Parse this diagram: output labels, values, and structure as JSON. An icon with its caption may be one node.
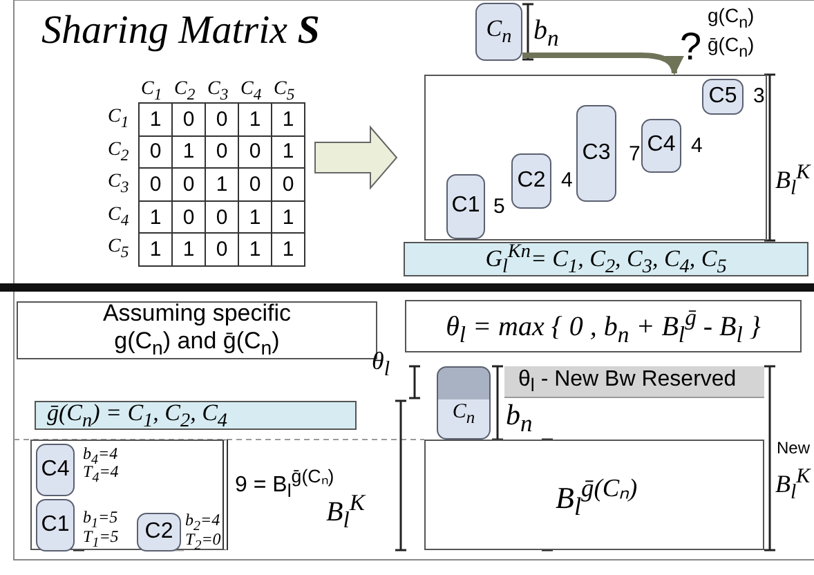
{
  "diagram": {
    "title": "Sharing Matrix **S**",
    "nodes": [
      {
        "text": [
          "C$_{n}$"
        ]
      },
      {
        "text": [],
        "shape": "box"
      },
      {
        "text": [
          "C1"
        ],
        "in": 1,
        "beside": [
          "5"
        ]
      },
      {
        "text": [
          "C2"
        ],
        "in": 1,
        "beside": [
          "4"
        ]
      },
      {
        "text": [
          "C3"
        ],
        "in": 1,
        "beside": [
          "7"
        ]
      },
      {
        "text": [
          "C4"
        ],
        "in": 1,
        "beside": [
          "4"
        ]
      },
      {
        "text": [
          "C5"
        ],
        "in": 1,
        "beside": [
          "3"
        ]
      },
      {
        "text": [
          "G$_{l}$$^{Kn}$= C$_{1}$, C$_{2}$, C$_{3}$, C$_{4}$, C$_{5}$"
        ]
      },
      {
        "text": [
          "Assuming specific g(C$_{n}$) and ḡ(C$_{n}$)"
        ]
      },
      {
        "text": [
          "θ$_{l}$ = max { 0 , b$_{n}$ + B$_{l}$$^{ḡ}$ - B$_{l}$ }"
        ]
      },
      {
        "text": [
          "ḡ(C$_{n}$) = C$_{1}$, C$_{2}$, C$_{4}$"
        ]
      },
      {
        "text": [],
        "shape": "box"
      },
      {
        "text": [
          "C4"
        ],
        "in": 11,
        "beside": [
          "b$_{4}$=4",
          "T$_{4}$=4"
        ]
      },
      {
        "text": [
          "C1"
        ],
        "in": 11,
        "beside": [
          "b$_{1}$=5",
          "T$_{1}$=5"
        ]
      },
      {
        "text": [
          "C2"
        ],
        "in": 11,
        "beside": [
          "b$_{2}$=4",
          "T$_{2}$=0"
        ]
      },
      {
        "text": [
          "θ$_{l}$ - New Bw Reserved"
        ]
      },
      {
        "text": [
          "C$_{n}$"
        ]
      },
      {
        "text": [],
        "shape": "box"
      }
    ],
    "edges": [
      {
        "from": 0,
        "to": 1,
        "arrow": "to"
      }
    ],
    "labels": [
      "C$_{1}$",
      "C$_{2}$",
      "C$_{3}$",
      "C$_{4}$",
      "C$_{5}$",
      "C$_{1}$",
      "1",
      "0",
      "0",
      "1",
      "1",
      "C$_{2}$",
      "0",
      "1",
      "0",
      "0",
      "1",
      "C$_{3}$",
      "0",
      "0",
      "1",
      "0",
      "0",
      "C$_{4}$",
      "1",
      "0",
      "0",
      "1",
      "1",
      "C$_{5}$",
      "1",
      "1",
      "0",
      "1",
      "1",
      "b$_{n}$",
      "?",
      "g(C$_{n}$)",
      "ḡ(C$_{n}$)",
      "B$_{l}$$^{K}$",
      "θ$_{l}$",
      "9 = B$_{l}$$^{ḡ(Cₙ)}$",
      "B$_{l}$$^{K}$",
      "b$_{n}$",
      "B$_{l}$$^{ḡ(Cₙ)}$",
      "New",
      "B$_{l}$$^{K}$"
    ]
  }
}
